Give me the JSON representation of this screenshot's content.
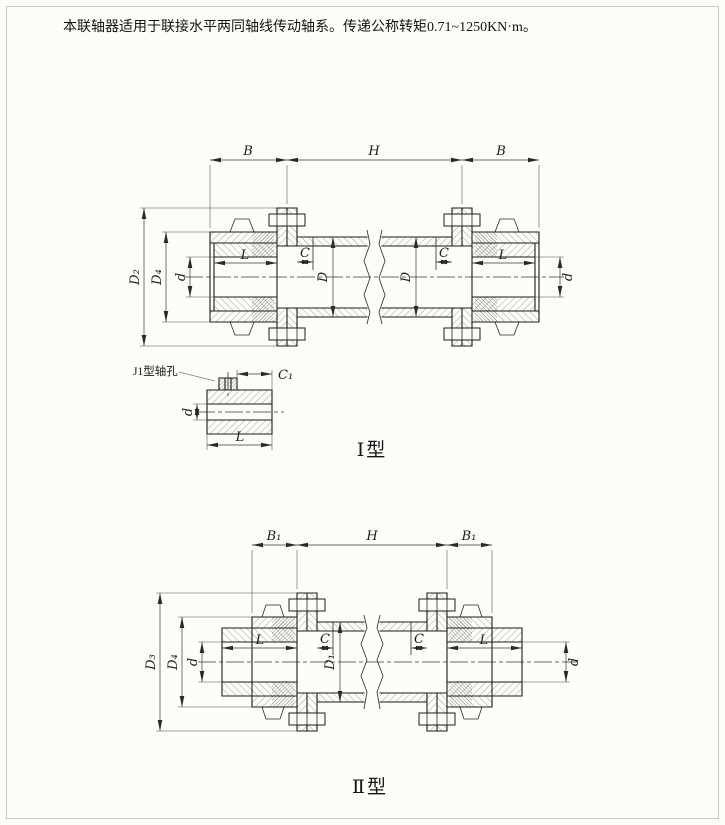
{
  "page": {
    "note": "本联轴器适用于联接水平两同轴线传动轴系。传递公称转矩0.71~1250KN·m。"
  },
  "type1": {
    "caption": "Ⅰ型",
    "detail_label": "J1型轴孔",
    "dims": {
      "b_left": "B",
      "h": "H",
      "b_right": "B",
      "d2": "D₂",
      "d4": "D₄",
      "d_bore_left": "d",
      "d_bore_right": "d",
      "l_left": "L",
      "l_right": "L",
      "c_left": "C",
      "c_right": "C",
      "dd_left": "D",
      "dd_right": "D"
    },
    "detail_dims": {
      "c1": "C₁",
      "d": "d",
      "l": "L"
    }
  },
  "type2": {
    "caption": "Ⅱ型",
    "dims": {
      "b1_left": "B₁",
      "h": "H",
      "b1_right": "B₁",
      "d3": "D₃",
      "d4": "D₄",
      "d_bore_left": "d",
      "d_bore_right": "d",
      "l_left": "L",
      "l_right": "L",
      "c_left": "C",
      "c_right": "C",
      "d1": "D₁"
    }
  }
}
